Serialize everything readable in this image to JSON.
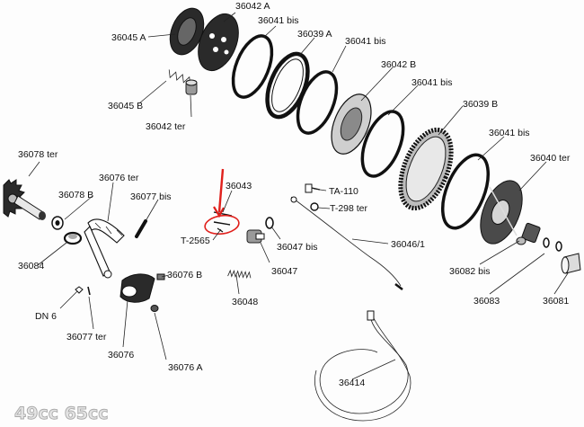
{
  "labels": {
    "p36042a": "36042 A",
    "p36045a": "36045 A",
    "p36041bis_1": "36041 bis",
    "p36039a": "36039 A",
    "p36041bis_2": "36041 bis",
    "p36045b": "36045 B",
    "p36042b": "36042 B",
    "p36042ter": "36042 ter",
    "p36041bis_3": "36041 bis",
    "p36039b": "36039 B",
    "p36041bis_4": "36041 bis",
    "p36040ter": "36040 ter",
    "p36078ter": "36078 ter",
    "p36076ter": "36076 ter",
    "p36078b": "36078 B",
    "p36077bis": "36077 bis",
    "p36043": "36043",
    "pta110": "TA-110",
    "pt298ter": "T-298 ter",
    "pt2565": "T-2565",
    "p36047bis": "36047 bis",
    "p36046_1": "36046/1",
    "p36084": "36084",
    "p36076b": "36076 B",
    "p36047": "36047",
    "p36082bis": "36082 bis",
    "p36048": "36048",
    "pdn6": "DN 6",
    "p36083": "36083",
    "p36081": "36081",
    "p36077ter": "36077 ter",
    "p36076": "36076",
    "p36076a": "36076 A",
    "p36414": "36414"
  },
  "watermark": "49cc 65cc",
  "colors": {
    "highlight": "#e0201c",
    "ink": "#111111",
    "watermark_fill": "#e4e4e4"
  }
}
